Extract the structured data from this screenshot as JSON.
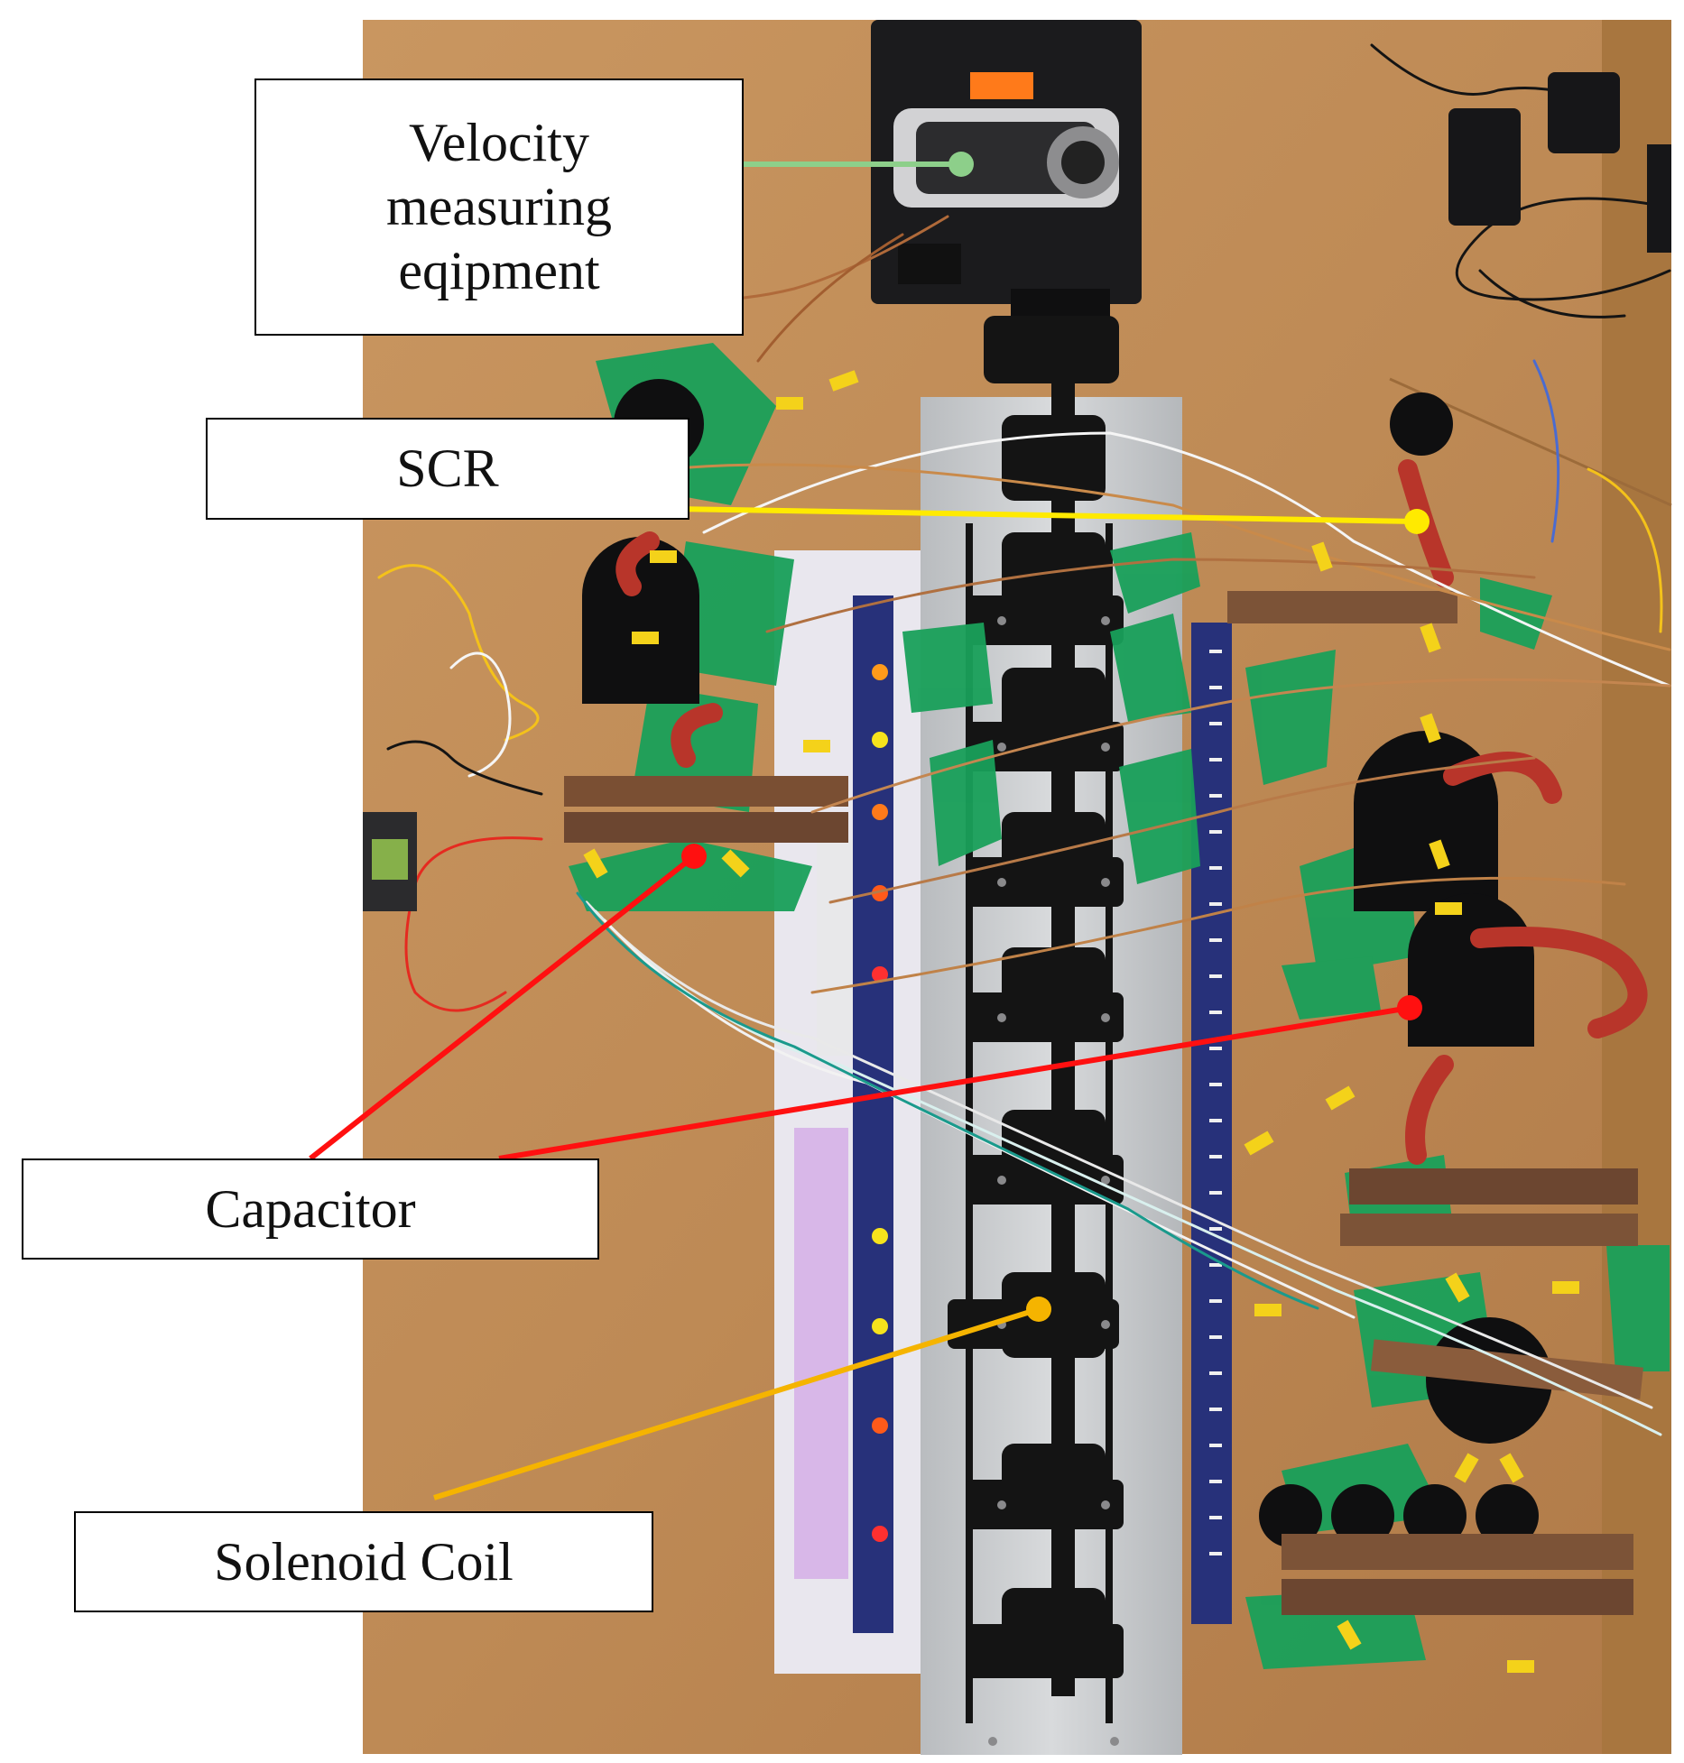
{
  "figure": {
    "labels": {
      "velocity": "Velocity\nmeasuring\neqipment",
      "scr": "SCR",
      "capacitor": "Capacitor",
      "solenoid": "Solenoid Coil"
    },
    "colors": {
      "velocity_line": "#8dcf8a",
      "scr_line": "#ffea00",
      "capacitor_line": "#ff1010",
      "solenoid_line": "#f5b400",
      "board": "#c8915a",
      "rail": "#c9cccf",
      "tape": "#18a35b",
      "coil": "#161616"
    }
  }
}
